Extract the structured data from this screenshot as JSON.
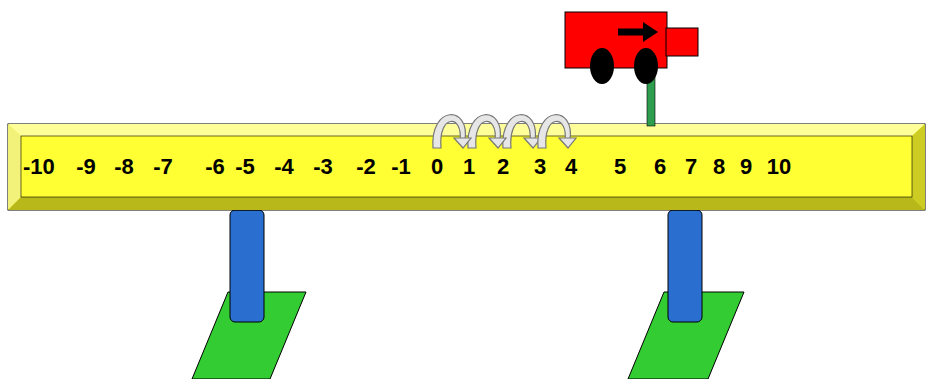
{
  "diagram": {
    "nodes": [
      {
        "text": [
          "-10",
          "-9",
          "-8",
          "-7",
          "-6",
          "-5",
          "-4",
          "-3",
          "-2",
          "-1",
          "0",
          "1",
          "2",
          "3",
          "4",
          "5",
          "6",
          "7",
          "8",
          "9",
          "10"
        ]
      }
    ]
  }
}
